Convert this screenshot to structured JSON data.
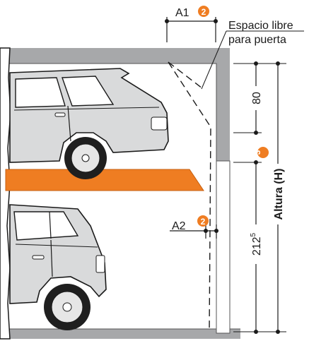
{
  "labels": {
    "door_clearance_line1": "Espacio libre",
    "door_clearance_line2": "para puerta",
    "a1": "A1",
    "a2": "A2",
    "height_title": "Altura (H)",
    "dim_upper": "80",
    "dim_lower_main": "212",
    "dim_lower_sup": "5"
  },
  "markers": {
    "a1_ref": "2",
    "a2_ref": "2",
    "height_ref": "3"
  },
  "colors": {
    "accent": "#ef7d22",
    "structure": "#a7a8aa",
    "car_body": "#d9dadb",
    "outline": "#1a1a1a"
  }
}
